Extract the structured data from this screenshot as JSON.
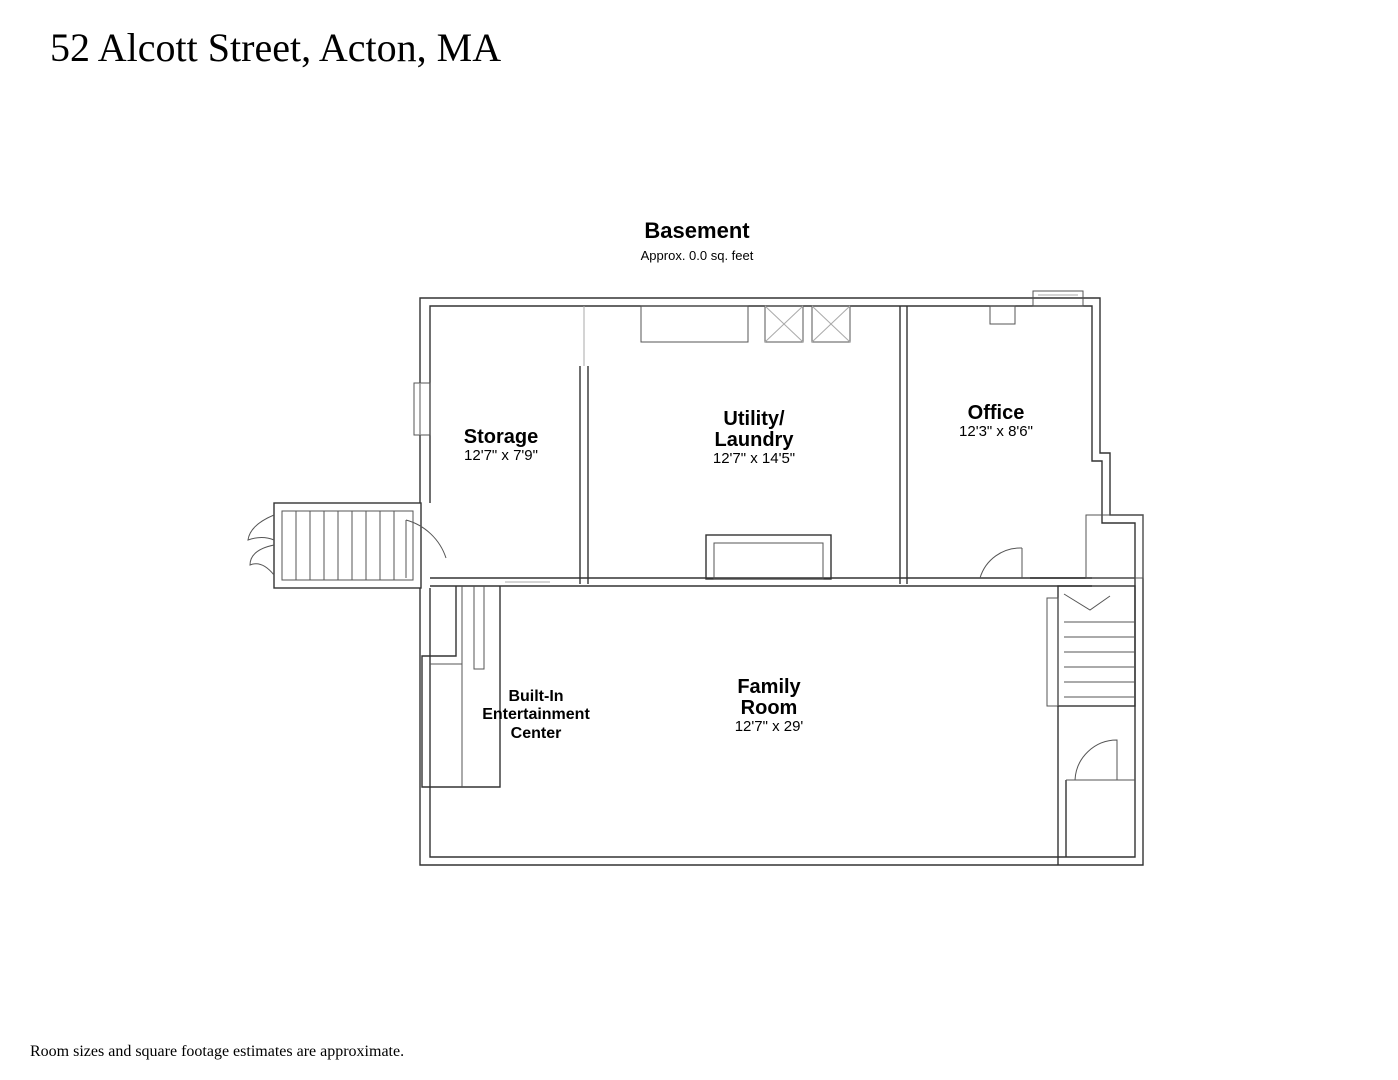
{
  "header": {
    "title": "52 Alcott Street, Acton, MA"
  },
  "floor": {
    "name": "Basement",
    "area": "Approx. 0.0 sq. feet"
  },
  "rooms": [
    {
      "name": "Storage",
      "size": "12'7\" x 7'9\""
    },
    {
      "name": "Utility/",
      "name2": "Laundry",
      "size": "12'7\" x 14'5\""
    },
    {
      "name": "Office",
      "size": "12'3\" x 8'6\""
    },
    {
      "name": "Family",
      "name2": "Room",
      "size": "12'7\" x 29'"
    },
    {
      "name": "Built-In",
      "name2": "Entertainment",
      "name3": "Center"
    }
  ],
  "footer": {
    "note": "Room sizes and square footage estimates are approximate."
  }
}
